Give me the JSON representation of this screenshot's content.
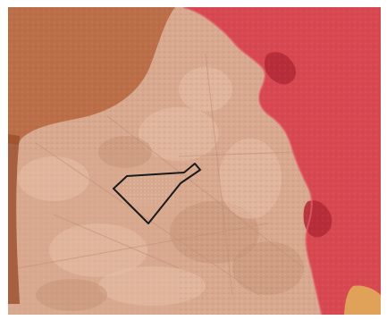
{
  "map": {
    "kind": "aerial-imagery-with-overlays",
    "colors": {
      "frame_background": "#ffffff",
      "terrain_base": "#d9a98f",
      "terrain_light": "#e6bfa8",
      "terrain_dark": "#c79379",
      "field_overlay_brown": "#b5643b",
      "field_overlay_brown_dark": "#9a4e2a",
      "field_overlay_light": "#c98a5e",
      "zone_overlay_red": "#d63a48",
      "zone_overlay_red_dark": "#b42a36",
      "zone_overlay_red_light": "#e2616c",
      "zone_edge_yellow": "#e2b25a",
      "outline_stroke": "#1a1a1a",
      "track_lines": "#c4917a"
    },
    "layers": [
      {
        "name": "satellite-basemap"
      },
      {
        "name": "brown-agricultural-overlay"
      },
      {
        "name": "red-protected-zone-overlay"
      },
      {
        "name": "black-parcel-outline"
      }
    ]
  }
}
